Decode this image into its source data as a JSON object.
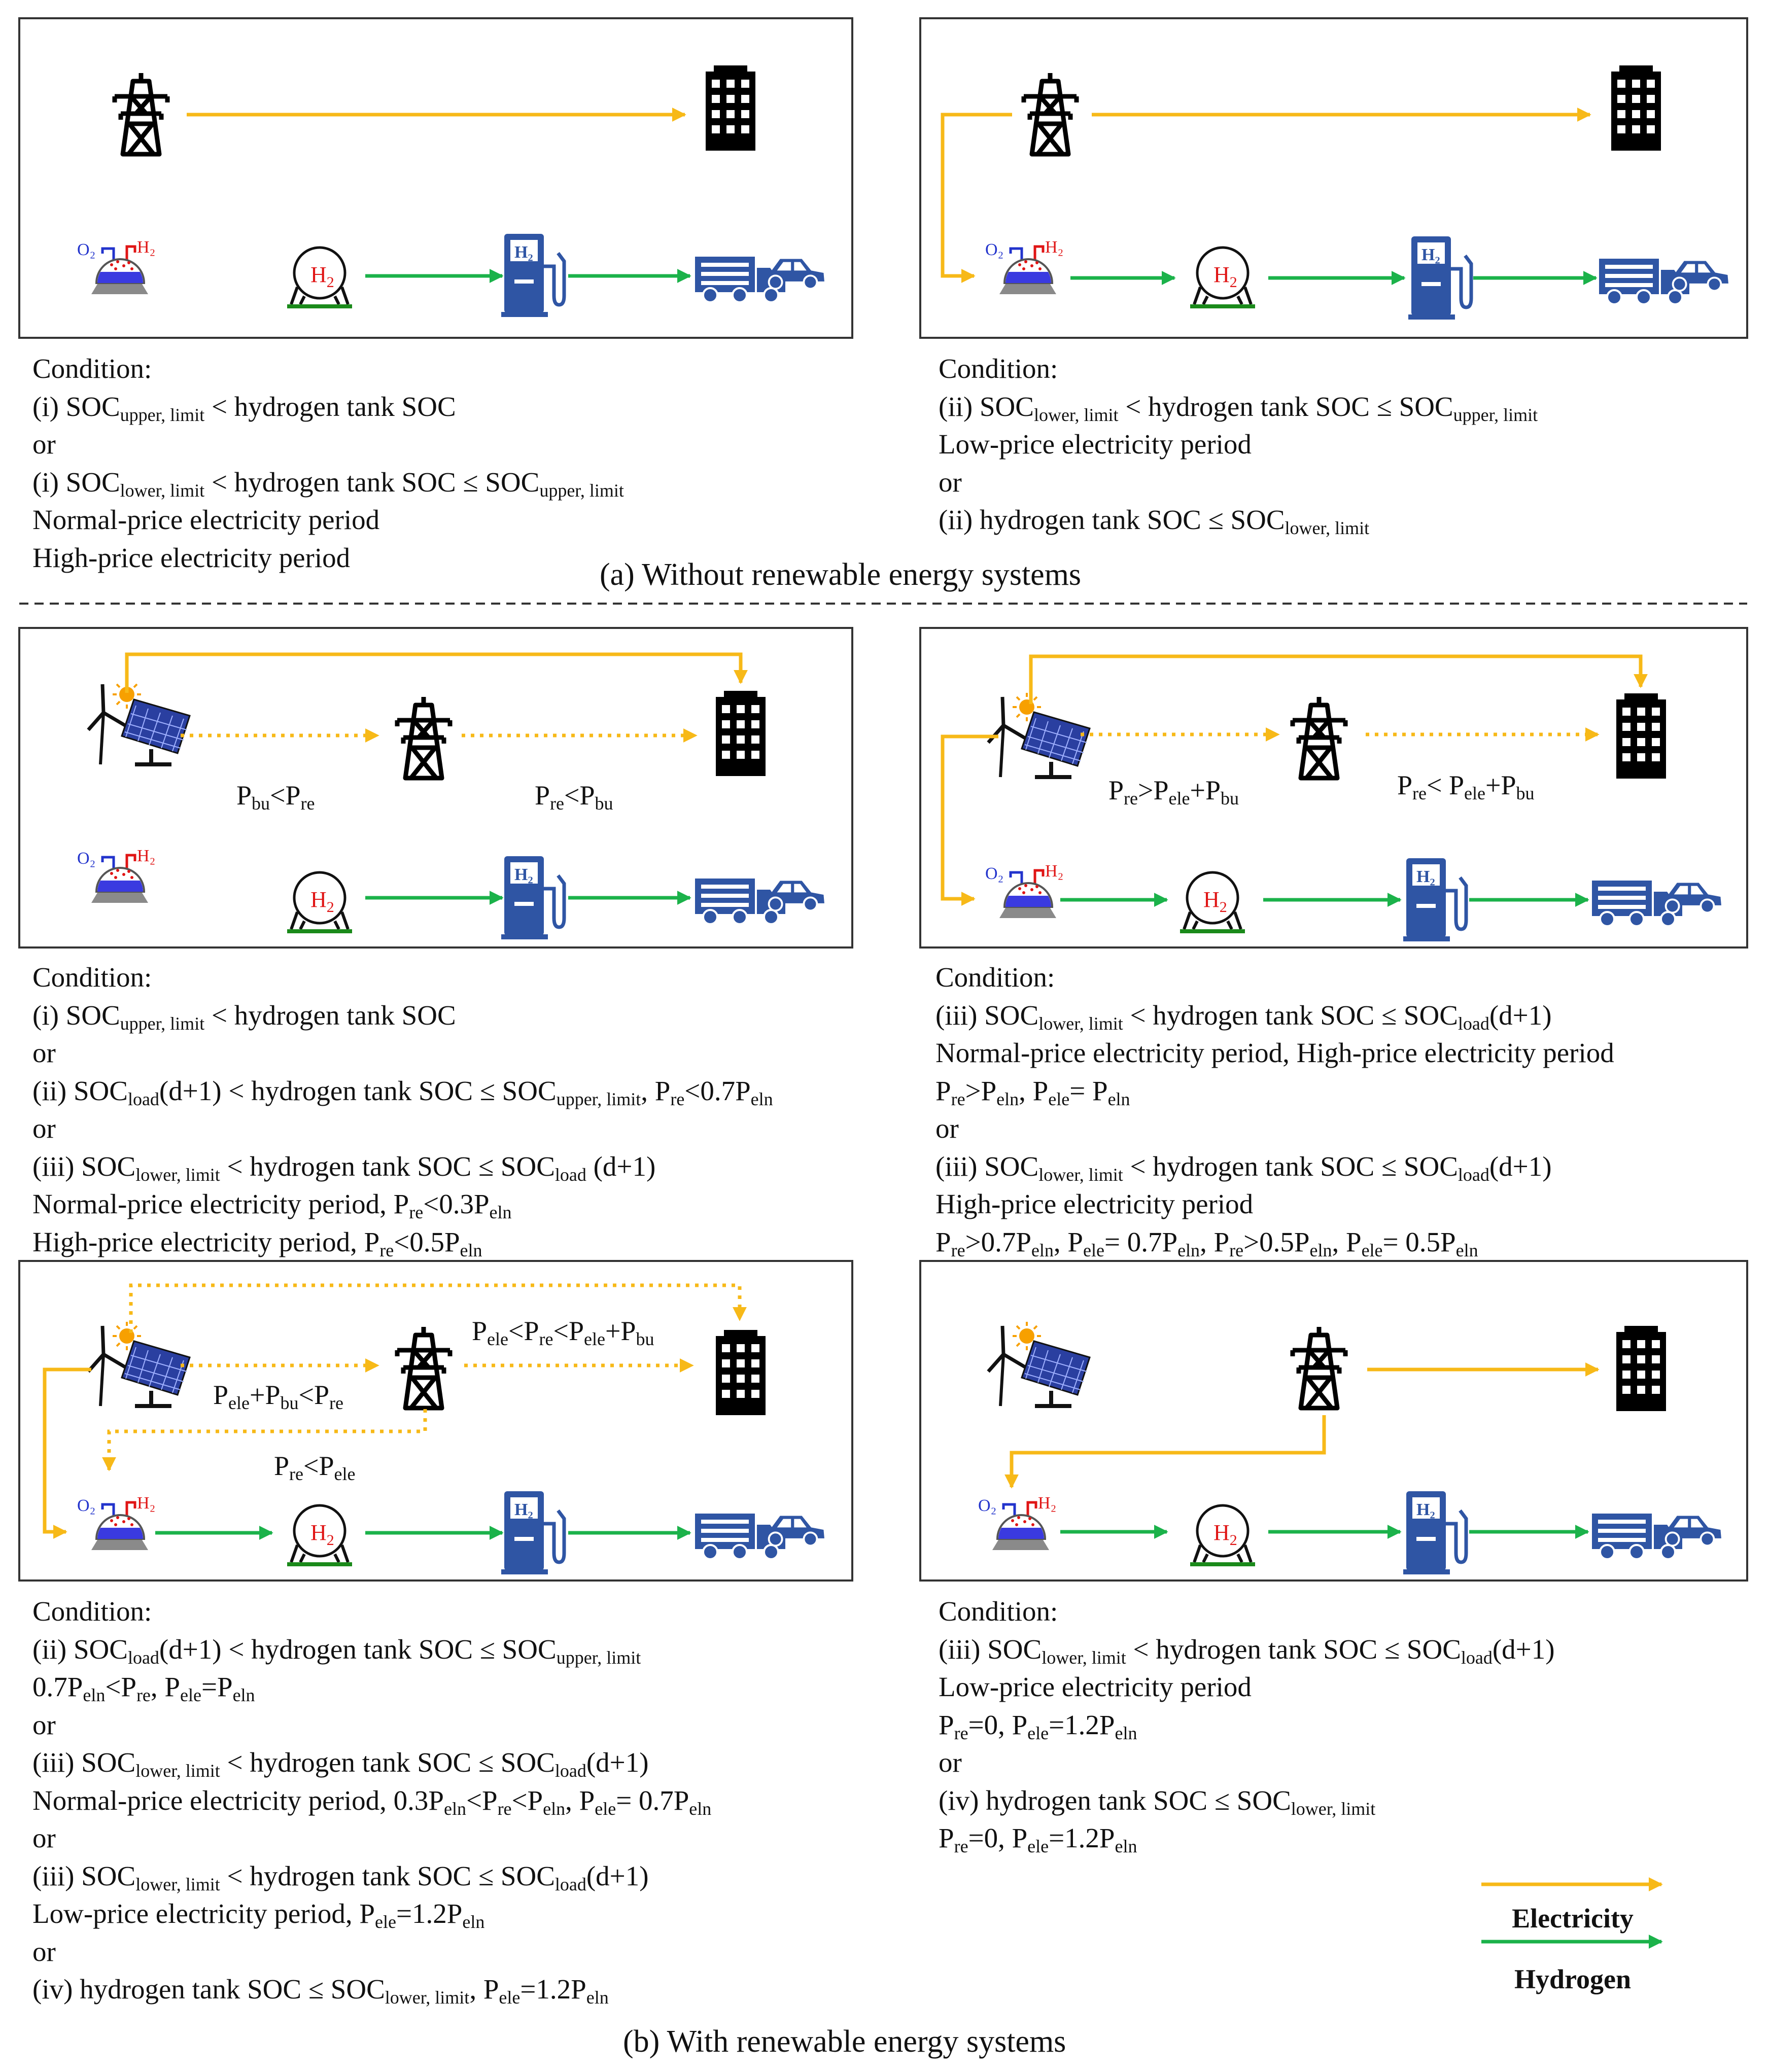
{
  "captions": {
    "a": "(a) Without renewable energy systems",
    "b": "(b) With renewable energy systems"
  },
  "legend": {
    "electricity": "Electricity",
    "hydrogen": "Hydrogen",
    "electricity_color": "#f7b918",
    "hydrogen_color": "#1bb24a"
  },
  "colors": {
    "box_border": "#333333",
    "icon_blue": "#2f55a4",
    "o2_label": "#2233cc",
    "h2_label": "#e01515"
  },
  "icons": [
    "transmission-tower-icon",
    "building-icon",
    "electrolyzer-icon",
    "hydrogen-tank-icon",
    "hydrogen-pump-icon",
    "truck-icon",
    "car-icon",
    "solar-panel-icon",
    "wind-turbine-icon",
    "sun-icon"
  ],
  "icon_text": {
    "o2": "O₂",
    "h2": "H₂",
    "tank_h": "H",
    "tank_sub": "2"
  },
  "power_labels": {
    "b1_left": {
      "a": "P",
      "b": "bu",
      "c": "<P",
      "d": "re"
    },
    "b1_right": {
      "a": "P",
      "b": "re",
      "c": "<P",
      "d": "bu"
    },
    "b2_left": {
      "a": "P",
      "b": "re",
      "c": ">P",
      "d": "ele",
      "e": "+P",
      "f": "bu"
    },
    "b2_right": {
      "a": "P",
      "b": "re",
      "c": "< P",
      "d": "ele",
      "e": "+P",
      "f": "bu"
    },
    "b3_top": {
      "a": "P",
      "b": "ele",
      "c": "<P",
      "d": "re",
      "e": "<P",
      "f": "ele",
      "g": "+P",
      "h": "bu"
    },
    "b3_mid": {
      "a": "P",
      "b": "ele",
      "c": "+P",
      "d": "bu",
      "e": "<P",
      "f": "re"
    },
    "b3_low": {
      "a": "P",
      "b": "re",
      "c": "<P",
      "d": "ele"
    }
  },
  "conditions": {
    "a_left": {
      "title": "Condition:",
      "l1": {
        "a": "(i) SOC",
        "b": "upper, limit",
        "c": " < hydrogen tank SOC"
      },
      "or1": "or",
      "l2": {
        "a": "(i) SOC",
        "b": "lower, limit",
        "c": " < hydrogen tank SOC ≤ SOC",
        "d": "upper, limit"
      },
      "l3": "Normal-price electricity period",
      "l4": "High-price electricity period"
    },
    "a_right": {
      "title": "Condition:",
      "l1": {
        "a": "(ii) SOC",
        "b": "lower, limit",
        "c": " < hydrogen tank SOC ≤ SOC",
        "d": "upper, limit"
      },
      "l2": "Low-price electricity period",
      "or1": "or",
      "l3": {
        "a": "(ii)  hydrogen tank SOC ≤ SOC",
        "b": "lower, limit"
      }
    },
    "b1": {
      "title": "Condition:",
      "l1": {
        "a": "(i) SOC",
        "b": "upper, limit",
        "c": " < hydrogen tank SOC"
      },
      "or1": "or",
      "l2": {
        "a": "(ii) SOC",
        "b": "load",
        "c": "(d+1) < hydrogen tank SOC ≤ SOC",
        "d": "upper, limit",
        "e": ", P",
        "f": "re",
        "g": "<0.7P",
        "h": "eln"
      },
      "or2": "or",
      "l3": {
        "a": "(iii) SOC",
        "b": "lower, limit",
        "c": " <  hydrogen tank SOC ≤ SOC",
        "d": "load",
        "e": " (d+1)"
      },
      "l4": {
        "a": " Normal-price electricity period, P",
        "b": "re",
        "c": "<0.3P",
        "d": "eln"
      },
      "l5": {
        "a": " High-price electricity period, P",
        "b": "re",
        "c": "<0.5P",
        "d": "eln"
      }
    },
    "b2": {
      "title": "Condition:",
      "l1": {
        "a": "(iii) SOC",
        "b": "lower, limit",
        "c": " <  hydrogen tank SOC ≤ SOC",
        "d": "load",
        "e": "(d+1)"
      },
      "l2": "Normal-price electricity period, High-price electricity period",
      "l3": {
        "a": "P",
        "b": "re",
        "c": ">P",
        "d": "eln",
        "e": ", P",
        "f": "ele",
        "g": "= P",
        "h": "eln"
      },
      "or1": "or",
      "l4": {
        "a": "(iii) SOC",
        "b": "lower, limit",
        "c": " <  hydrogen tank SOC ≤ SOC",
        "d": "load",
        "e": "(d+1)"
      },
      "l5": "High-price electricity period",
      "l6": {
        "a": "P",
        "b": "re",
        "c": ">0.7P",
        "d": "eln",
        "e": ", P",
        "f": "ele",
        "g": "= 0.7P",
        "h": "eln",
        "i": ", P",
        "j": "re",
        "k": ">0.5P",
        "l": "eln",
        "m": ", P",
        "n": "ele",
        "o": "= 0.5P",
        "p": "eln"
      }
    },
    "b3": {
      "title": "Condition:",
      "l1": {
        "a": "(ii)   SOC",
        "b": "load",
        "c": "(d+1) <  hydrogen tank SOC ≤ SOC",
        "d": "upper, limit"
      },
      "l2": {
        "a": "0.7P",
        "b": "eln",
        "c": "<P",
        "d": "re",
        "e": ", P",
        "f": "ele",
        "g": "=P",
        "h": "eln"
      },
      "or1": "or",
      "l3": {
        "a": "(iii) SOC",
        "b": "lower, limit",
        "c": " <  hydrogen tank SOC ≤ SOC",
        "d": "load",
        "e": "(d+1)"
      },
      "l4": {
        "a": "Normal-price electricity period, 0.3P",
        "b": "eln",
        "c": "<P",
        "d": "re",
        "e": "<P",
        "f": "eln",
        "g": ", P",
        "h": "ele",
        "i": "= 0.7P",
        "j": "eln"
      },
      "or2": "or",
      "l5": {
        "a": "(iii) SOC",
        "b": "lower, limit",
        "c": " <  hydrogen tank SOC ≤ SOC",
        "d": "load",
        "e": "(d+1)"
      },
      "l6": {
        "a": "Low-price electricity period, P",
        "b": "ele",
        "c": "=1.2P",
        "d": "eln"
      },
      "or3": "or",
      "l7": {
        "a": "(iv) hydrogen tank SOC ≤ SOC",
        "b": "lower, limit",
        "c": ", P",
        "d": "ele",
        "e": "=1.2P",
        "f": "eln"
      }
    },
    "b4": {
      "title": "Condition:",
      "l1": {
        "a": "(iii) SOC",
        "b": "lower, limit",
        "c": " <  hydrogen tank SOC ≤ SOC",
        "d": "load",
        "e": "(d+1)"
      },
      "l2": "Low-price electricity period",
      "l3": {
        "a": "P",
        "b": "re",
        "c": "=0, P",
        "d": "ele",
        "e": "=1.2P",
        "f": "eln"
      },
      "or1": "or",
      "l4": {
        "a": "(iv) hydrogen tank SOC ≤ SOC",
        "b": "lower, limit"
      },
      "l5": {
        "a": "P",
        "b": "re",
        "c": "=0, P",
        "d": "ele",
        "e": "=1.2P",
        "f": "eln"
      }
    }
  }
}
